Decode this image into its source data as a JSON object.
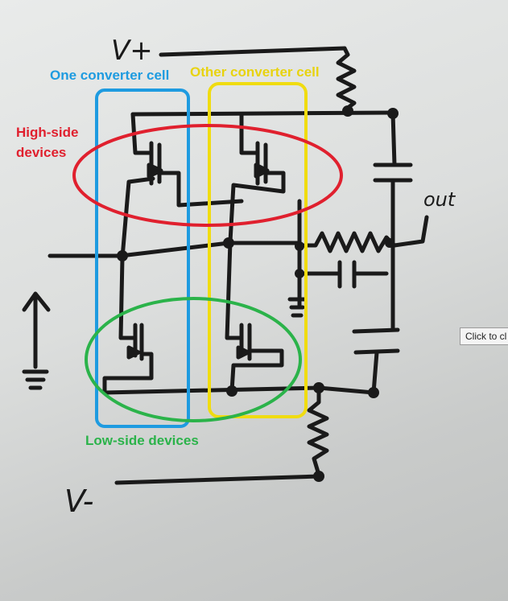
{
  "labels": {
    "one_cell": "One converter cell",
    "other_cell": "Other converter cell",
    "high_side": "High-side devices",
    "low_side": "Low-side devices"
  },
  "handwritten": {
    "vplus": "V+",
    "vminus": "V-",
    "out": "out"
  },
  "tooltip": {
    "text": "Click to cl"
  },
  "colors": {
    "one_cell": "#1e9be0",
    "other_cell": "#e8d30f",
    "high_side": "#e0202e",
    "low_side": "#2bb34a",
    "ink": "#1a1a1a"
  }
}
